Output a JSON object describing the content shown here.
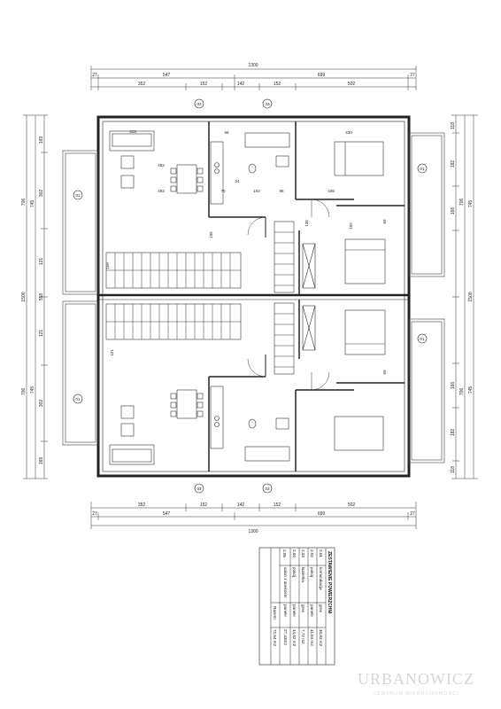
{
  "dimensions": {
    "overall": "1300",
    "top_row1": [
      "27",
      "547",
      "699",
      "27"
    ],
    "top_row2": [
      "352",
      "152",
      "142",
      "152",
      "502"
    ],
    "bottom_row1": [
      "352",
      "152",
      "142",
      "152",
      "502"
    ],
    "bottom_row2": [
      "27",
      "547",
      "699",
      "27"
    ],
    "left_col1": [
      "169",
      "302",
      "121",
      "558",
      "121",
      "302",
      "169"
    ],
    "left_col2": [
      "745",
      "706",
      "1500",
      "706",
      "745"
    ],
    "right_col1": [
      "118",
      "182",
      "166",
      "182",
      "118"
    ],
    "right_col2": [
      "745",
      "706",
      "1500",
      "706",
      "745"
    ],
    "interior": [
      "313",
      "453",
      "453",
      "58",
      "58",
      "430",
      "328",
      "102",
      "95",
      "70",
      "24",
      "24",
      "195",
      "159",
      "121",
      "69",
      "69",
      "102",
      "126"
    ]
  },
  "section_marks": [
    "03",
    "03",
    "01",
    "01",
    "03",
    "03",
    "01",
    "01"
  ],
  "area_table": {
    "title": "ZESTAWIENIE POWIERZCHNI",
    "rows": [
      {
        "no": "2.01",
        "name": "komunikacja",
        "floor": "gres",
        "area": "10,83 m2"
      },
      {
        "no": "2.02",
        "name": "pokój",
        "floor": "panele",
        "area": "11,54 m2"
      },
      {
        "no": "2.03",
        "name": "łazienka",
        "floor": "gres",
        "area": "7,72 m2"
      },
      {
        "no": "2.04",
        "name": "pokój",
        "floor": "panele",
        "area": "14,62 m2"
      },
      {
        "no": "2.05",
        "name": "salon z aneksem",
        "floor": "panele",
        "area": "27,43m2"
      }
    ],
    "total_label": "Razem:",
    "total_value": "72,54 m2"
  },
  "watermark": {
    "brand": "URBANOWICZ",
    "tagline": "CENTRUM NIERUCHOMOŚCI"
  }
}
